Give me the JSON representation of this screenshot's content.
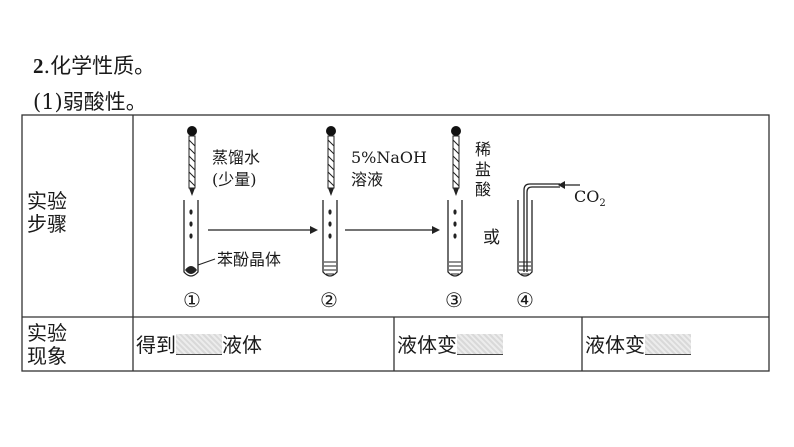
{
  "section": {
    "number": "2",
    "title": ".化学性质。",
    "subtitle": "(1)弱酸性。"
  },
  "table": {
    "steps_label": "实验步骤",
    "observations_label": "实验现象",
    "reagents": {
      "tube1_line1": "蒸馏水",
      "tube1_line2": "(少量)",
      "tube2_line1": "5%NaOH",
      "tube2_line2": "溶液",
      "tube3": "稀盐酸",
      "crystal": "苯酚晶体",
      "or": "或",
      "co2_main": "CO",
      "co2_sub": "2"
    },
    "tube_numbers": [
      "①",
      "②",
      "③",
      "④"
    ],
    "observations": {
      "o1_prefix": "得到",
      "o1_suffix": "液体",
      "o2_prefix": "液体变",
      "o3_prefix": "液体变"
    }
  }
}
